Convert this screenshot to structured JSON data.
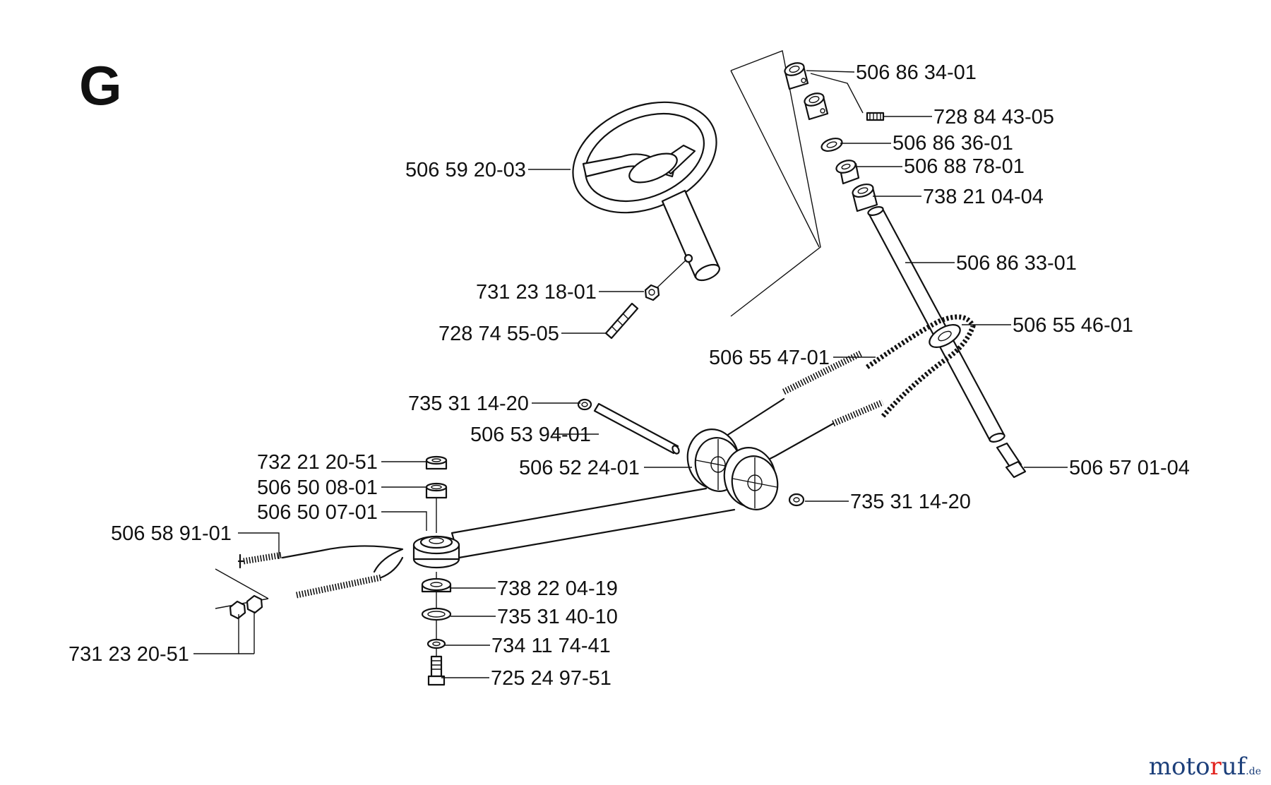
{
  "section_letter": "G",
  "parts": [
    {
      "id": "p1",
      "label": "506 86 34-01"
    },
    {
      "id": "p2",
      "label": "728 84 43-05"
    },
    {
      "id": "p3",
      "label": "506 86 36-01"
    },
    {
      "id": "p4",
      "label": "506 88 78-01"
    },
    {
      "id": "p5",
      "label": "738 21 04-04"
    },
    {
      "id": "p6",
      "label": "506 86 33-01"
    },
    {
      "id": "p7",
      "label": "506 55 46-01"
    },
    {
      "id": "p8",
      "label": "506 59 20-03"
    },
    {
      "id": "p9",
      "label": "731 23 18-01"
    },
    {
      "id": "p10",
      "label": "728 74 55-05"
    },
    {
      "id": "p11",
      "label": "506 55 47-01"
    },
    {
      "id": "p12",
      "label": "735 31 14-20"
    },
    {
      "id": "p13",
      "label": "506 53 94-01"
    },
    {
      "id": "p14",
      "label": "506 52 24-01"
    },
    {
      "id": "p15",
      "label": "506 57 01-04"
    },
    {
      "id": "p16",
      "label": "735 31 14-20"
    },
    {
      "id": "p17",
      "label": "732 21 20-51"
    },
    {
      "id": "p18",
      "label": "506 50 08-01"
    },
    {
      "id": "p19",
      "label": "506 50 07-01"
    },
    {
      "id": "p20",
      "label": "506 58 91-01"
    },
    {
      "id": "p21",
      "label": "738 22 04-19"
    },
    {
      "id": "p22",
      "label": "735 31 40-10"
    },
    {
      "id": "p23",
      "label": "734 11 74-41"
    },
    {
      "id": "p24",
      "label": "725 24 97-51"
    },
    {
      "id": "p25",
      "label": "731 23 20-51"
    }
  ],
  "watermark": {
    "main": "moto",
    "accent": "r",
    "end": "uf",
    "tld": ".de"
  }
}
